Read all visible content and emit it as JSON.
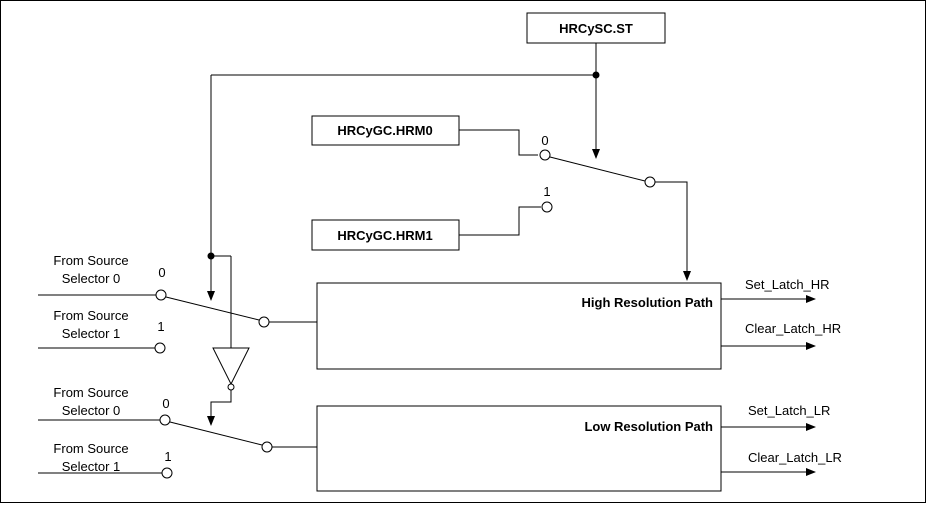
{
  "colors": {
    "register_fill": "#dde6f3",
    "line": "#000000",
    "background": "#ffffff"
  },
  "registers": {
    "st": "HRCySC.ST",
    "hrm0": "HRCyGC.HRM0",
    "hrm1": "HRCyGC.HRM1"
  },
  "paths": {
    "high": "High Resolution Path",
    "low": "Low Resolution Path"
  },
  "outputs": {
    "set_hr": "Set_Latch_HR",
    "clear_hr": "Clear_Latch_HR",
    "set_lr": "Set_Latch_LR",
    "clear_lr": "Clear_Latch_LR"
  },
  "inputs": {
    "hr0": [
      "From Source",
      "Selector 0"
    ],
    "hr1": [
      "From Source",
      "Selector 1"
    ],
    "lr0": [
      "From Source",
      "Selector 0"
    ],
    "lr1": [
      "From Source",
      "Selector 1"
    ]
  },
  "switch_labels": {
    "hrm0": "0",
    "hrm1": "1",
    "hr0": "0",
    "hr1": "1",
    "lr0": "0",
    "lr1": "1"
  }
}
